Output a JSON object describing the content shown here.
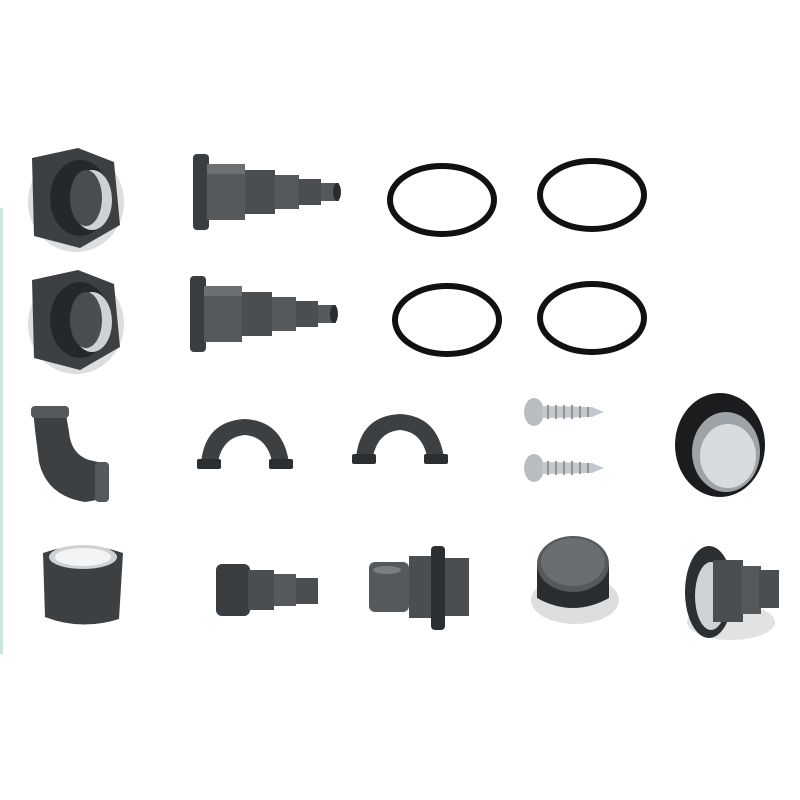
{
  "image": {
    "kind": "product-photo",
    "background": "#ffffff",
    "parts_color": "#3a3d40",
    "oring_color": "#111111",
    "screw_color": "#b8bdc2",
    "shadow_color": "#d9dbdd",
    "edge_strip_color": "#cfe6d6"
  },
  "rows": [
    {
      "row": 1,
      "parts": [
        "hose-connector",
        "stepped-hose-adapter",
        "o-ring",
        "o-ring"
      ]
    },
    {
      "row": 2,
      "parts": [
        "hose-connector",
        "stepped-hose-adapter",
        "o-ring",
        "o-ring"
      ]
    },
    {
      "row": 3,
      "parts": [
        "elbow-fitting",
        "half-clamp",
        "half-clamp",
        "screw",
        "screw",
        "angled-ring"
      ]
    },
    {
      "row": 4,
      "parts": [
        "sleeve-ring",
        "stepped-adapter",
        "threaded-connector",
        "cap",
        "flanged-connector"
      ]
    }
  ]
}
